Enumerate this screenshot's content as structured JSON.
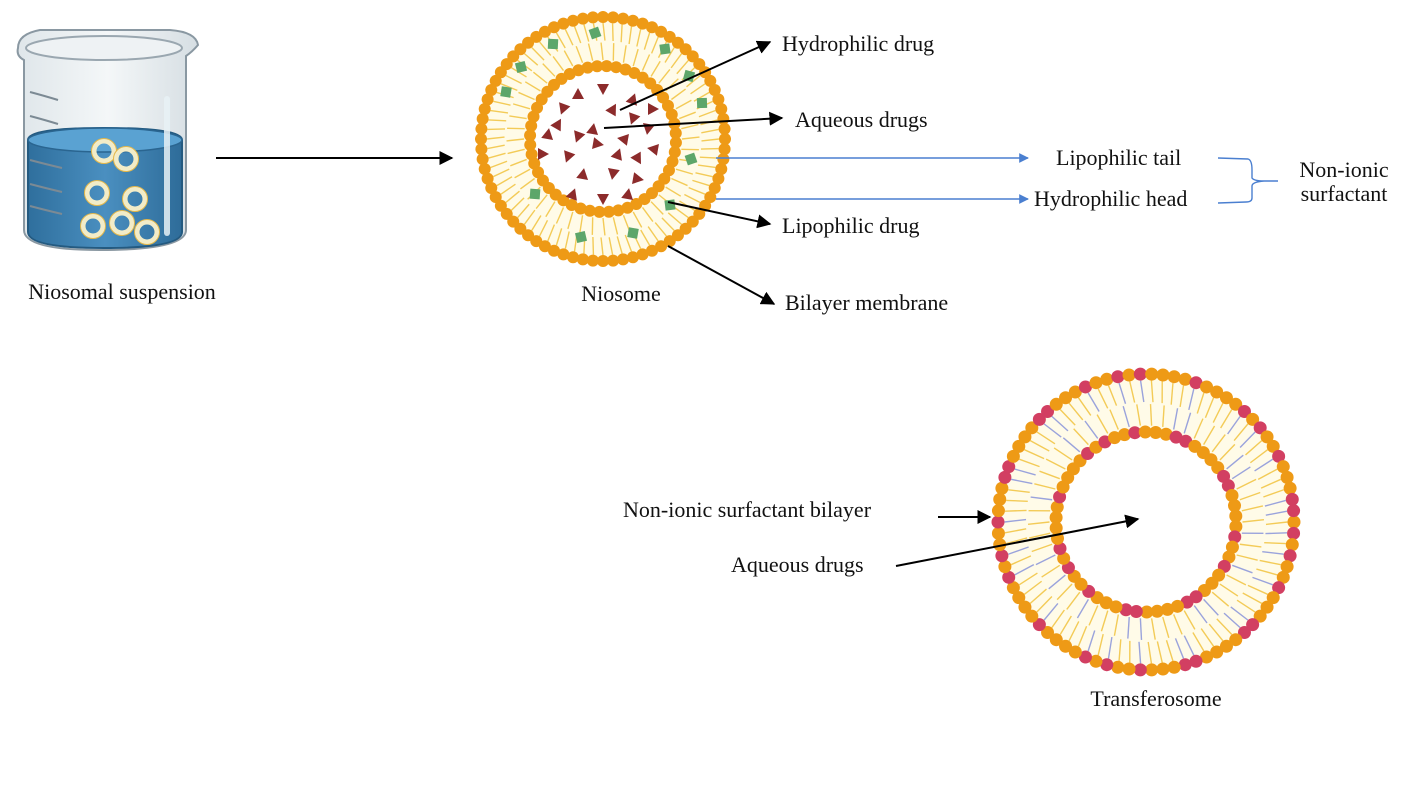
{
  "beaker": {
    "caption": "Niosomal suspension",
    "liquid_color": "#4a8fc0",
    "vesicle_count": 7
  },
  "niosome": {
    "caption": "Niosome",
    "labels": {
      "hydrophilic_drug": "Hydrophilic drug",
      "aqueous_drugs": "Aqueous drugs",
      "lipophilic_drug": "Lipophilic drug",
      "bilayer_membrane": "Bilayer membrane"
    },
    "surfactant": {
      "lipophilic_tail": "Lipophilic tail",
      "hydrophilic_head": "Hydrophilic head",
      "group_label_line1": "Non-ionic",
      "group_label_line2": "surfactant"
    }
  },
  "transferosome": {
    "caption": "Transferosome",
    "labels": {
      "bilayer": "Non-ionic surfactant bilayer",
      "aqueous_drugs": "Aqueous drugs"
    }
  },
  "colors": {
    "head_orange": "#ee9a16",
    "head_red": "#d23f62",
    "tail_yellow": "#f3cb57",
    "tail_blue": "#9aa3dc",
    "membrane_fill": "#fffbe8",
    "drug_triangle": "#8c2b2b",
    "lipophilic_drug_square": "#5da66a",
    "pointer_blue": "#4a7fd0"
  }
}
